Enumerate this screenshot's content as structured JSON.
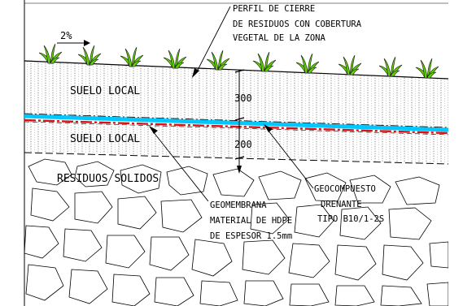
{
  "slope": {
    "label": "2%"
  },
  "labels": {
    "cover_profile": [
      "PERFIL DE CIERRE",
      "DE RESIDUOS CON COBERTURA",
      "VEGETAL DE LA ZONA"
    ],
    "suelo_local_top": "SUELO LOCAL",
    "suelo_local_bottom": "SUELO LOCAL",
    "residuos": "RESIDUOS SOLIDOS",
    "geomembrana": [
      "GEOMEMBRANA",
      "MATERIAL DE HDPE",
      "DE ESPESOR 1.5mm"
    ],
    "geocompuesto": [
      "GEOCOMPUESTO",
      "DRENANTE",
      "TIPO B10/1-2S"
    ]
  },
  "dimensions": {
    "upper": "300",
    "lower": "200"
  },
  "colors": {
    "drainage_layer": "#00c8ff",
    "geomembrane": "#e01010",
    "hatch": "#555555",
    "line": "#000000",
    "vegetation": "#5fd000"
  },
  "icons": [
    "grass-plant-icon"
  ]
}
